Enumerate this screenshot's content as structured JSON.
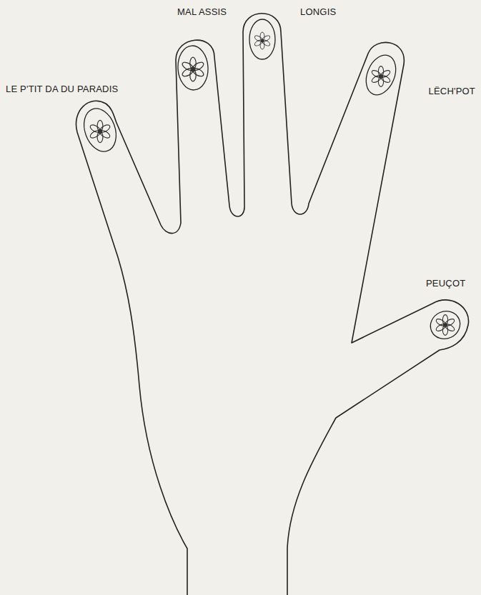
{
  "diagram": {
    "labels": [
      "LE P'TIT DA DU PARADIS",
      "MAL ASSIS",
      "LONGIS",
      "LËCH'POT",
      "PEUÇOT"
    ]
  }
}
